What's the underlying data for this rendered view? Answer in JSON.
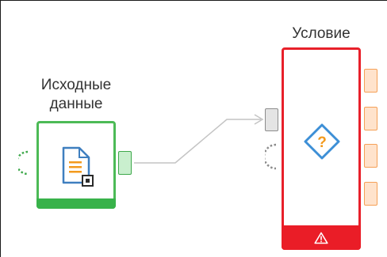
{
  "canvas": {
    "nodes": [
      {
        "id": "source",
        "title": "Исходные\nданные",
        "status_color": "#38b24a",
        "border_color": "#4cba56",
        "icon": "document-icon"
      },
      {
        "id": "condition",
        "title": "Условие",
        "status_color": "#ea1d27",
        "border_color": "#e8202a",
        "icon": "question-diamond-icon",
        "status_icon": "warning-icon"
      }
    ],
    "ports": {
      "condition_outputs": 4,
      "output_color": "#f5a057"
    },
    "connection": {
      "from": "source",
      "to": "condition",
      "color": "#c4c4c4"
    }
  }
}
